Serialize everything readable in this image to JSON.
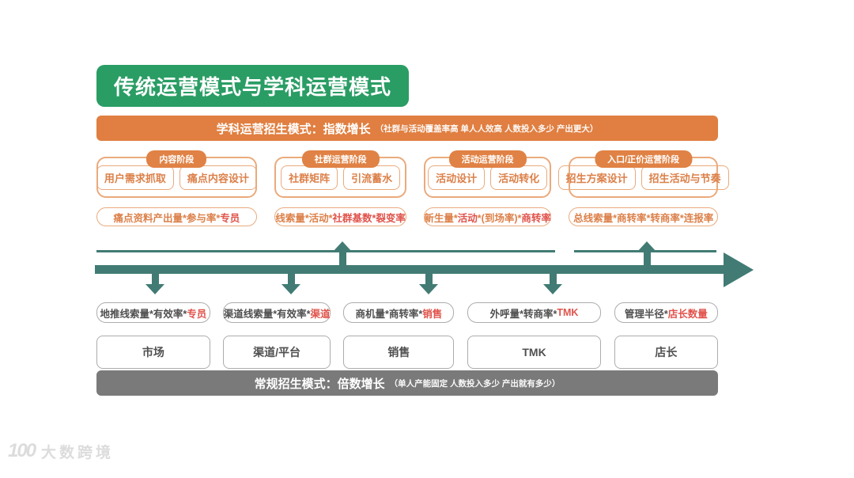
{
  "colors": {
    "green": "#2a9d64",
    "orange": "#e07f41",
    "orange_border": "#eaaa7c",
    "orange_text": "#dc8049",
    "red": "#e0534b",
    "teal": "#417b74",
    "gray": "#7a7a7a",
    "gray_border": "#acacac",
    "dark_text": "#505050"
  },
  "title": "传统运营模式与学科运营模式",
  "top_banner": {
    "main": "学科运营招生模式：指数增长",
    "sub": "（社群与活动覆盖率高 单人人效高 人数投入多少 产出更大）"
  },
  "stages": [
    {
      "label": "内容阶段",
      "item1": "用户需求抓取",
      "item2": "痛点内容设计",
      "metric": [
        {
          "t": "痛点资料产出量*参与率*",
          "c": "org"
        },
        {
          "t": "专员",
          "c": "red"
        }
      ]
    },
    {
      "label": "社群运营阶段",
      "item1": "社群矩阵",
      "item2": "引流蓄水",
      "metric": [
        {
          "t": "线索量*活动*",
          "c": "org"
        },
        {
          "t": "社群基数*裂变率",
          "c": "red"
        }
      ]
    },
    {
      "label": "活动运营阶段",
      "item1": "活动设计",
      "item2": "活动转化",
      "metric": [
        {
          "t": "新生量*",
          "c": "org"
        },
        {
          "t": "活动",
          "c": "red"
        },
        {
          "t": "*(到场率)*",
          "c": "org"
        },
        {
          "t": "商转率",
          "c": "red"
        }
      ]
    },
    {
      "label": "入口/正价运营阶段",
      "item1": "招生方案设计",
      "item2": "招生活动与节奏",
      "metric": [
        {
          "t": "总线索量*商转率*转商率*连报率",
          "c": "org"
        }
      ]
    }
  ],
  "bottom_columns": [
    {
      "metric": [
        {
          "t": "地推线索量*有效率*",
          "c": "dark"
        },
        {
          "t": "专员",
          "c": "red"
        }
      ],
      "dept": "市场"
    },
    {
      "metric": [
        {
          "t": "渠道线索量*有效率*",
          "c": "dark"
        },
        {
          "t": "渠道",
          "c": "red"
        }
      ],
      "dept": "渠道/平台"
    },
    {
      "metric": [
        {
          "t": "商机量*商转率*",
          "c": "dark"
        },
        {
          "t": "销售",
          "c": "red"
        }
      ],
      "dept": "销售"
    },
    {
      "metric": [
        {
          "t": "外呼量*转商率*",
          "c": "dark"
        },
        {
          "t": "TMK",
          "c": "red"
        }
      ],
      "dept": "TMK"
    },
    {
      "metric": [
        {
          "t": "管理半径*",
          "c": "dark"
        },
        {
          "t": "店长数量",
          "c": "red"
        }
      ],
      "dept": "店长"
    }
  ],
  "bottom_banner": {
    "main": "常规招生模式：倍数增长",
    "sub": "（单人产能固定 人数投入多少 产出就有多少）"
  },
  "logo": {
    "icon": "100",
    "text": "大数跨境"
  }
}
